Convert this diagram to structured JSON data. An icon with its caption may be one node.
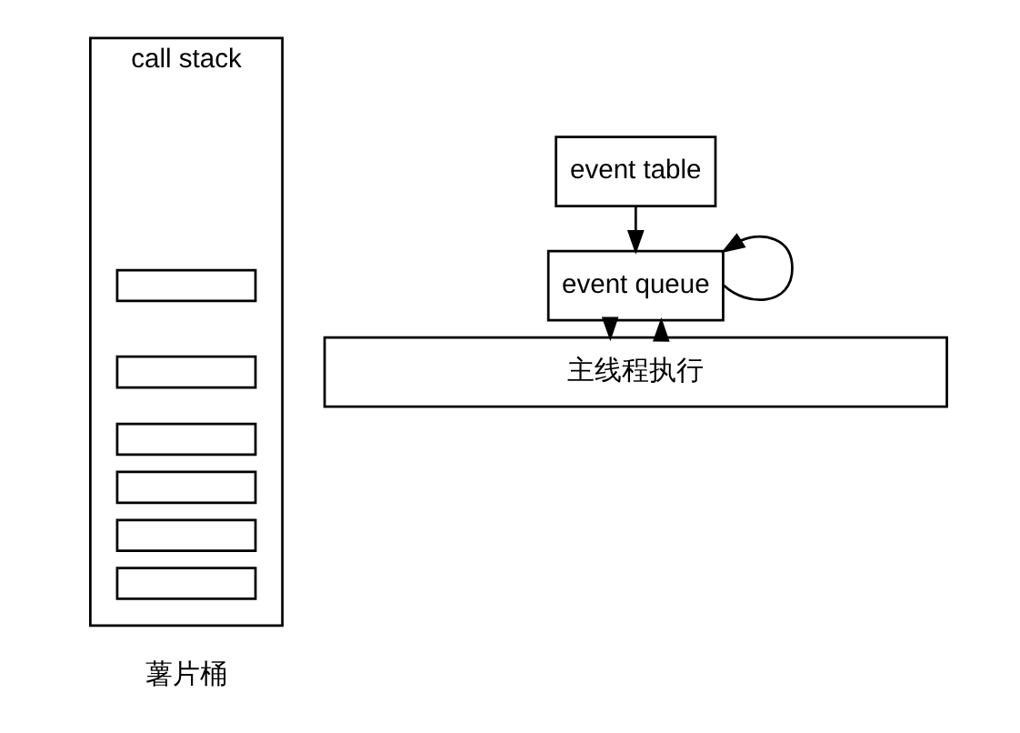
{
  "diagram": {
    "nodes": [
      {
        "text": [
          "call stack"
        ],
        "beside": [
          "薯片桶"
        ]
      },
      {
        "text": [],
        "shape": "box",
        "in": 0
      },
      {
        "text": [],
        "shape": "box",
        "in": 0
      },
      {
        "text": [],
        "shape": "box",
        "in": 0
      },
      {
        "text": [],
        "shape": "box",
        "in": 0
      },
      {
        "text": [],
        "shape": "box",
        "in": 0
      },
      {
        "text": [],
        "shape": "box",
        "in": 0
      },
      {
        "text": [
          "event table"
        ]
      },
      {
        "text": [
          "event queue"
        ]
      },
      {
        "text": [
          "主线程执行"
        ]
      }
    ],
    "edges": [
      {
        "from": 7,
        "to": 8,
        "arrow": "to"
      },
      {
        "from": 8,
        "to": 8,
        "arrow": "to"
      },
      {
        "from": 9,
        "to": 8,
        "arrow": "to"
      },
      {
        "from": 8,
        "to": 9,
        "arrow": "to"
      }
    ]
  }
}
